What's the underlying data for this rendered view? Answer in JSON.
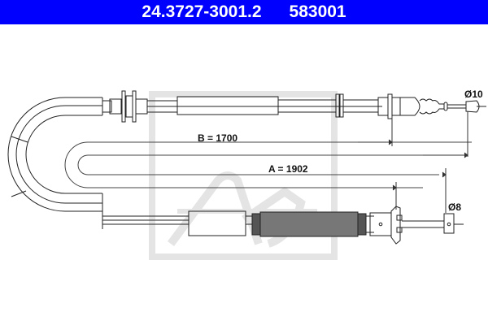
{
  "header": {
    "part_number": "24.3727-3001.2",
    "ref_number": "583001",
    "background_color": "#0000ff",
    "text_color": "#ffffff"
  },
  "drawing": {
    "type": "brake cable technical drawing",
    "dimensions": {
      "B": {
        "label": "B = 1700"
      },
      "A": {
        "label": "A = 1902"
      }
    },
    "end_fittings": {
      "upper_end": {
        "label": "Ø10"
      },
      "lower_end": {
        "label": "Ø8"
      }
    },
    "watermark": {
      "name": "ate-logo-watermark",
      "color": "#e6e6e6"
    }
  }
}
